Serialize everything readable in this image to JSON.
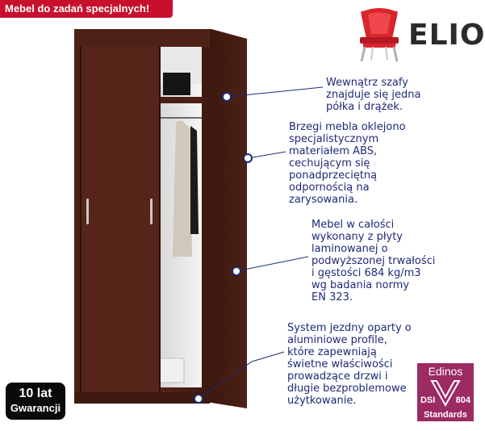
{
  "banner": {
    "text": "Mebel do zadań specjalnych!"
  },
  "brand": {
    "logo_text": "ELIOR",
    "logo_icon": "chair-icon",
    "accent": "#c8102e",
    "callout_color": "#1e2a78"
  },
  "callouts": [
    {
      "text": "Wewnątrz szafy\nznajduje się jedna\npółka i drążek."
    },
    {
      "text": "Brzegi mebla oklejono\nspecjalistycznym\nmateriałem ABS,\ncechującym się\nponadprzeciętną\nodpornością na\nzarysowania."
    },
    {
      "text": "Mebel w całości\nwykonany z płyty\nlaminowanej o\npodwyższonej trwałości\ni gęstości 684 kg/m3\nwg badania normy\nEN 323."
    },
    {
      "text": "System jezdny oparty o\naluminiowe profile,\nktóre zapewniają\nświetne właściwości\nprowadzące drzwi i\ndługie bezproblemowe\nużytkowanie."
    }
  ],
  "warranty": {
    "line1": "10 lat",
    "line2": "Gwarancji"
  },
  "certificate": {
    "name": "Edinos",
    "left": "DSI",
    "right": "804",
    "label": "Standards",
    "color": "#9c2a63"
  }
}
